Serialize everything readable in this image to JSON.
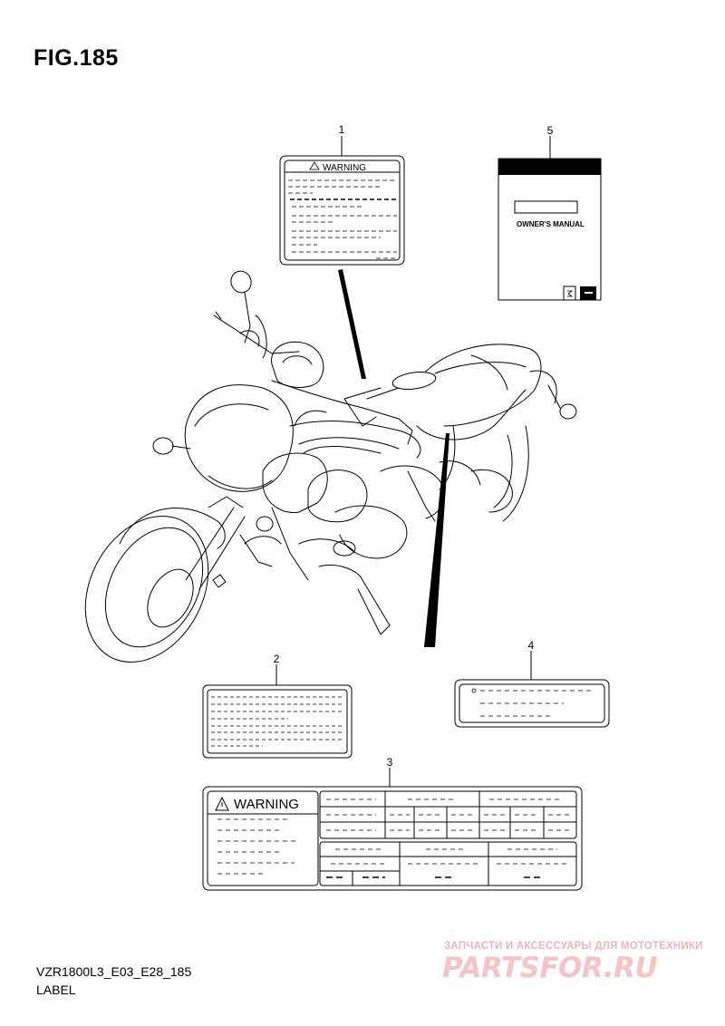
{
  "figure": {
    "title": "FIG.185"
  },
  "callouts": [
    "1",
    "2",
    "3",
    "4",
    "5"
  ],
  "labels": {
    "warning_text": "WARNING",
    "manual_title": "OWNER'S MANUAL"
  },
  "footer": {
    "model_code": "VZR1800L3_E03_E28_185",
    "caption": "LABEL"
  },
  "watermark": {
    "tagline": "ЗАПЧАСТИ И АКСЕССУАРЫ ДЛЯ МОТОТЕХНИКИ",
    "brand": "PARTSFOR.RU"
  }
}
